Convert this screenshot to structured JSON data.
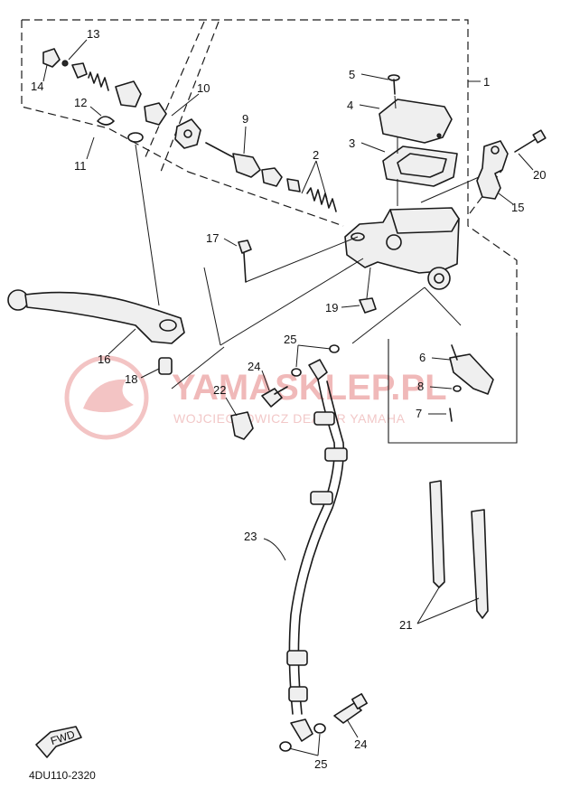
{
  "callouts": {
    "c1": "1",
    "c2": "2",
    "c3": "3",
    "c4": "4",
    "c5": "5",
    "c6": "6",
    "c7": "7",
    "c8": "8",
    "c9": "9",
    "c10": "10",
    "c11": "11",
    "c12": "12",
    "c13": "13",
    "c14": "14",
    "c15": "15",
    "c16": "16",
    "c17": "17",
    "c18": "18",
    "c19": "19",
    "c20": "20",
    "c21": "21",
    "c22": "22",
    "c23": "23",
    "c24a": "24",
    "c24b": "24",
    "c25a": "25",
    "c25b": "25"
  },
  "diagram_code": "4DU110-2320",
  "direction_arrow_label": "FWD",
  "watermark": {
    "title": "YAMASKLEP.PL",
    "subtitle": "WOJCIECHOWICZ DEALER YAMAHA"
  },
  "colors": {
    "line": "#1a1a1a",
    "watermark": "#f0b9b9"
  }
}
